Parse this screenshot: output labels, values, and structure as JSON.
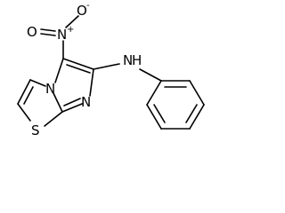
{
  "molecule": {
    "atoms": {
      "nitro_o_top": {
        "symbol": "O",
        "charge": "-"
      },
      "nitro_o_left": {
        "symbol": "O"
      },
      "nitro_n": {
        "symbol": "N",
        "charge": "+"
      },
      "ring_n_bridge": {
        "symbol": "N"
      },
      "ring_n_imine": {
        "symbol": "N"
      },
      "amine_n": {
        "symbol": "N",
        "h": "H"
      },
      "ring_s": {
        "symbol": "S"
      }
    },
    "colors": {
      "ink": "#000000",
      "background": "#ffffff"
    }
  }
}
